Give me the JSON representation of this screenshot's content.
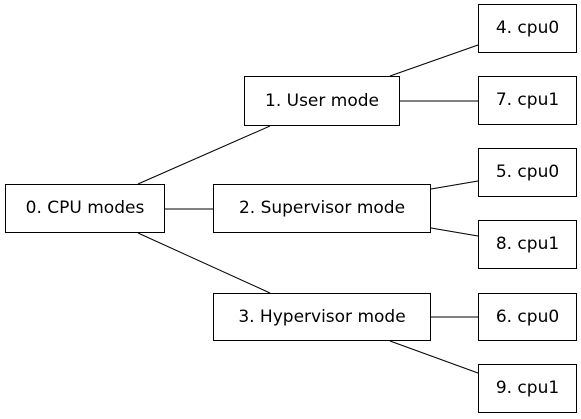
{
  "diagram": {
    "nodes": {
      "root": "0. CPU modes",
      "user": "1. User mode",
      "supervisor": "2. Supervisor mode",
      "hypervisor": "3. Hypervisor mode",
      "user_cpu0": "4. cpu0",
      "user_cpu1": "7. cpu1",
      "supervisor_cpu0": "5. cpu0",
      "supervisor_cpu1": "8. cpu1",
      "hypervisor_cpu0": "6. cpu0",
      "hypervisor_cpu1": "9. cpu1"
    },
    "edges": [
      [
        "root",
        "user"
      ],
      [
        "root",
        "supervisor"
      ],
      [
        "root",
        "hypervisor"
      ],
      [
        "user",
        "user_cpu0"
      ],
      [
        "user",
        "user_cpu1"
      ],
      [
        "supervisor",
        "supervisor_cpu0"
      ],
      [
        "supervisor",
        "supervisor_cpu1"
      ],
      [
        "hypervisor",
        "hypervisor_cpu0"
      ],
      [
        "hypervisor",
        "hypervisor_cpu1"
      ]
    ],
    "line_color": "#000000",
    "box_border_color": "#000000"
  }
}
